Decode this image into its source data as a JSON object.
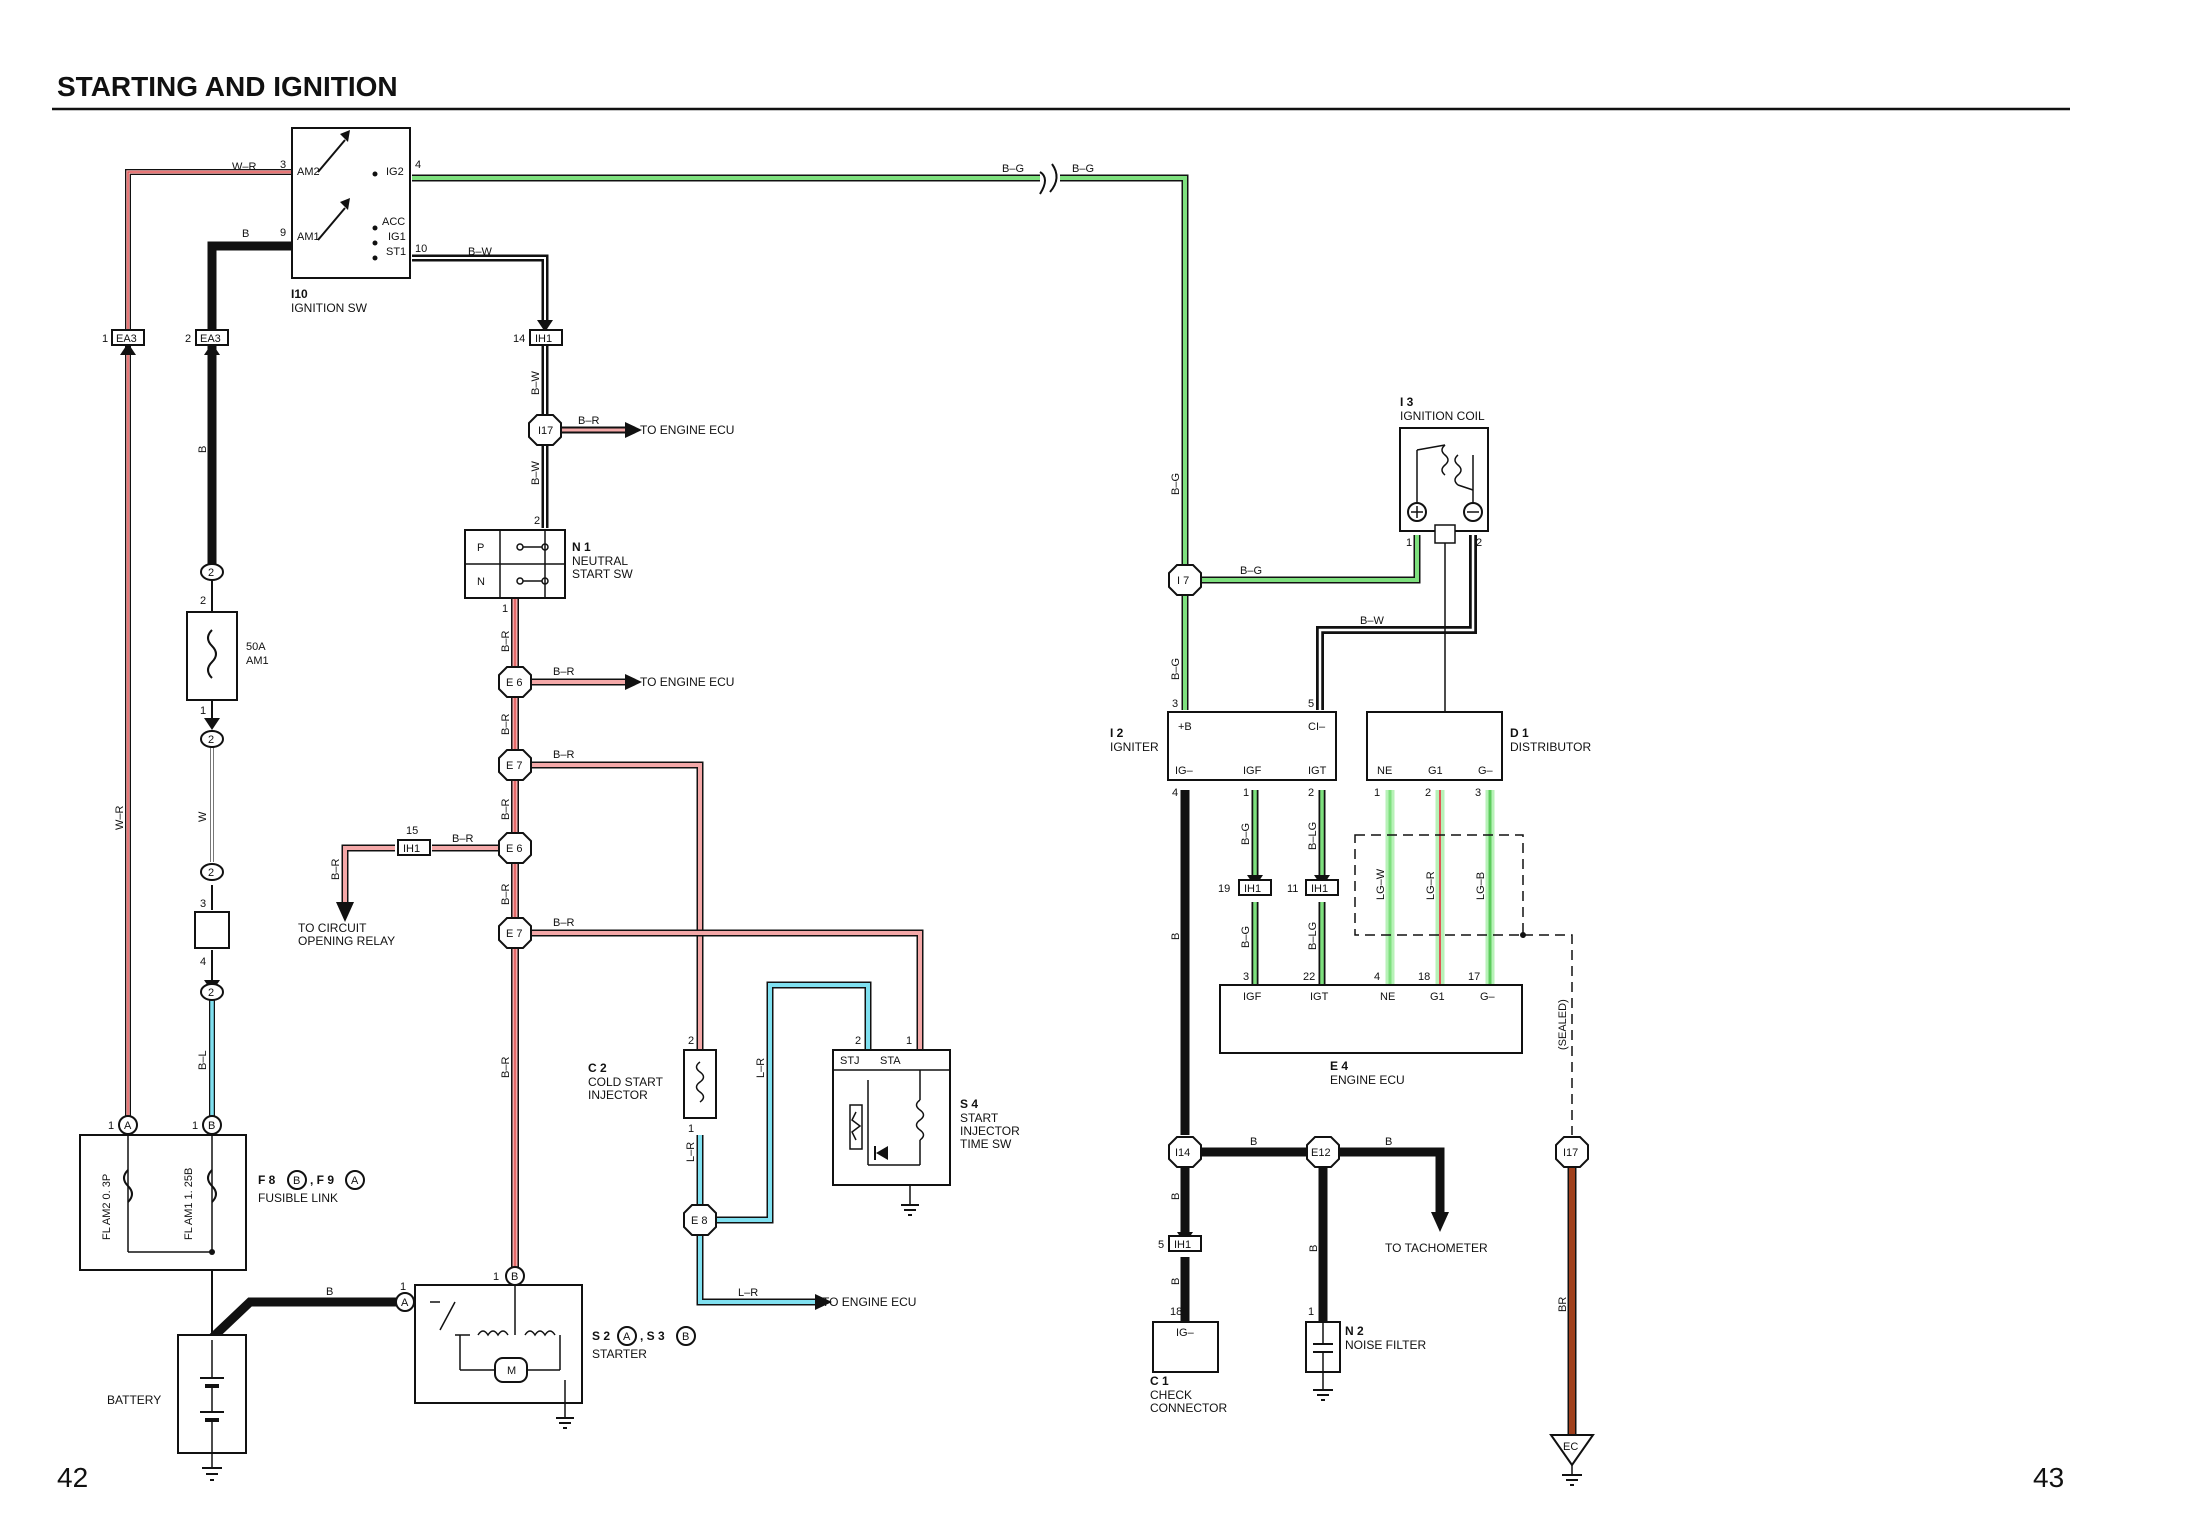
{
  "header": {
    "title": "STARTING AND IGNITION",
    "page_left": "42",
    "page_right": "43"
  },
  "components": {
    "ign_sw": {
      "code": "I10",
      "name": "IGNITION SW",
      "pins": {
        "am2": "AM2",
        "am1": "AM1",
        "ig2": "IG2",
        "acc": "ACC",
        "ig1": "IG1",
        "st1": "ST1"
      },
      "pin_nums": {
        "p3": "3",
        "p9": "9",
        "p4": "4",
        "p10": "10"
      }
    },
    "neutral": {
      "code": "N 1",
      "name_l1": "NEUTRAL",
      "name_l2": "START SW",
      "p": "P",
      "n": "N",
      "pin2": "2",
      "pin1": "1"
    },
    "am1_fuse": {
      "l1": "50A",
      "l2": "AM1"
    },
    "fusible": {
      "code_f8": "F 8",
      "sep": ", F 9",
      "name": "FUSIBLE LINK",
      "fl1": "FL AM2 0. 3P",
      "fl2": "FL AM1 1. 25B",
      "letter_a": "A",
      "letter_b": "B"
    },
    "battery": {
      "name": "BATTERY"
    },
    "starter": {
      "code": "S 2",
      "sep": ", S 3",
      "name": "STARTER",
      "motor": "M"
    },
    "cold_start": {
      "code": "C 2",
      "l1": "COLD START",
      "l2": "INJECTOR"
    },
    "sti": {
      "code": "S 4",
      "l1": "START",
      "l2": "INJECTOR",
      "l3": "TIME SW",
      "stj": "STJ",
      "sta": "STA"
    },
    "ign_coil": {
      "code": "I 3",
      "name": "IGNITION COIL"
    },
    "igniter": {
      "code": "I 2",
      "name": "IGNITER",
      "pb": "+B",
      "ci": "CI–",
      "ig": "IG–",
      "igf": "IGF",
      "igt": "IGT"
    },
    "distributor": {
      "code": "D 1",
      "name": "DISTRIBUTOR",
      "ne": "NE",
      "g1": "G1",
      "g": "G–"
    },
    "ecu": {
      "code": "E 4",
      "name": "ENGINE ECU",
      "igf": "IGF",
      "igt": "IGT",
      "ne": "NE",
      "g1": "G1",
      "g": "G–"
    },
    "check": {
      "code": "C 1",
      "l1": "CHECK",
      "l2": "CONNECTOR",
      "ig": "IG–"
    },
    "noise": {
      "code": "N 2",
      "name": "NOISE FILTER"
    },
    "ec": "EC"
  },
  "connectors": {
    "ea3": "EA3",
    "ih1": "IH1",
    "i17": "I17",
    "i7": "I 7",
    "e6": "E 6",
    "e7": "E 7",
    "e8": "E 8",
    "i14": "I14",
    "e12": "E12",
    "two": "2"
  },
  "wires": {
    "wr": "W–R",
    "b": "B",
    "bw": "B–W",
    "bg": "B–G",
    "br": "B–R",
    "w": "W",
    "bl": "B–L",
    "lr": "L–R",
    "blg": "B–LG",
    "lgw": "LG–W",
    "lgr": "LG–R",
    "lgb": "LG–B",
    "brn": "BR"
  },
  "labels": {
    "to_ecu": "TO ENGINE ECU",
    "to_relay_l1": "TO CIRCUIT",
    "to_relay_l2": "OPENING RELAY",
    "to_tach": "TO TACHOMETER",
    "sealed": "(SEALED)"
  },
  "pins": {
    "n1": "1",
    "n2": "2",
    "n3": "3",
    "n4": "4",
    "n5": "5",
    "n11": "11",
    "n14": "14",
    "n15": "15",
    "n17": "17",
    "n18": "18",
    "n19": "19",
    "n22": "22"
  },
  "colors": {
    "green": "#7ee07e",
    "red": "#e05555",
    "cyan": "#7fe0f0",
    "brown": "#a0401c",
    "black": "#111111"
  }
}
